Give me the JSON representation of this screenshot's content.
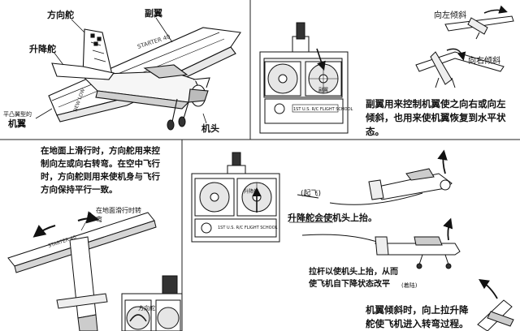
{
  "plane_diagram": {
    "rudder": "方向舵",
    "aileron": "副翼",
    "elevator": "升降舵",
    "flat_wing_bottom": "平凸翼型的",
    "wing": "机翼",
    "nose": "机头",
    "wing_text": "STARTER 40",
    "fuselage_text": "NEW LOW"
  },
  "aileron_panel": {
    "bank_left": "向左倾斜",
    "bank_right": "向右倾斜",
    "description": "副翼用来控制机翼使之向右或向左倾斜，也用来使机翼恢复到水平状态。"
  },
  "rudder_panel": {
    "description": "在地面上滑行时，方向舵用来控制向左或向右转弯。在空中飞行时，方向舵则用来使机身与飞行方向保持平行一致。",
    "ground_taxi_turn": "在地面滑行时转弯",
    "rudder_label": "方向舵"
  },
  "elevator_panel": {
    "takeoff": "(起飞)",
    "raises_nose": "升降舵会使机头上抬。",
    "pull_stick": "拉杆以使机头上抬，从而",
    "level_out": "使飞机自下降状态改平",
    "landing": "(着陆)",
    "turning": "机翼倾斜时，向上拉升降舵使飞机进入转弯过程。"
  },
  "transmitter": {
    "brand": "1ST U.S. R/C FLIGHT SCHOOL",
    "aileron_label": "副翼",
    "elevator_label": "升降舵"
  },
  "colors": {
    "ink": "#111111",
    "panel_bg": "#ffffff",
    "shade": "#d9d9d9"
  }
}
